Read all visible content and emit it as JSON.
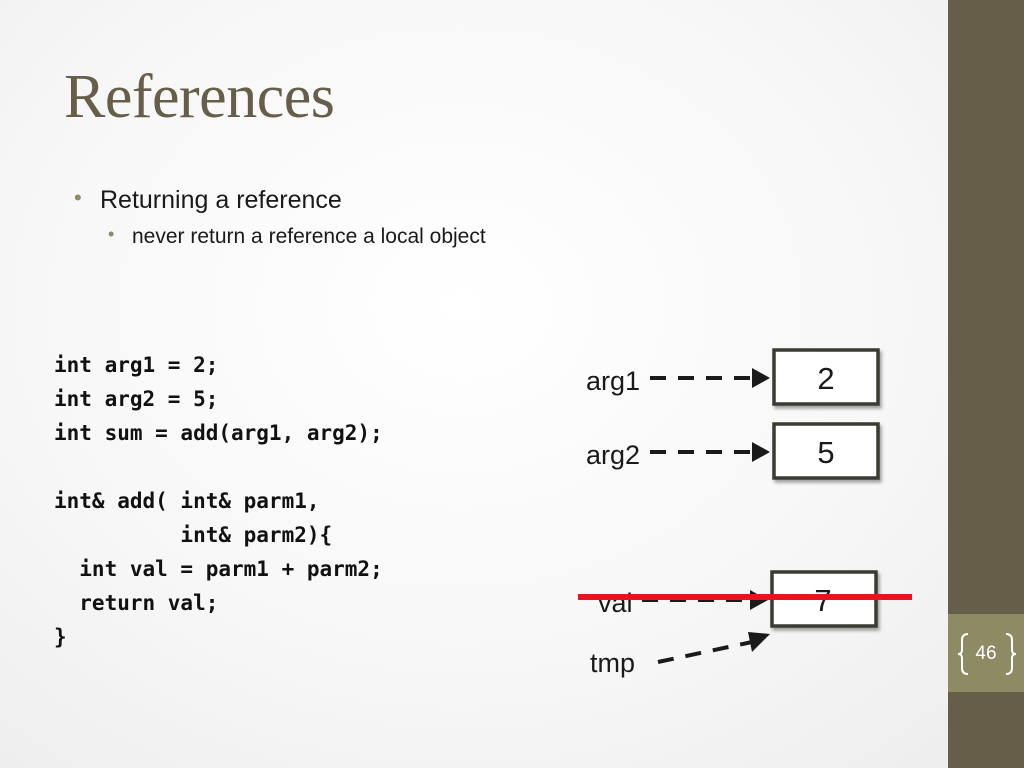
{
  "slide": {
    "title": "References",
    "page_number": "46",
    "bullets": [
      {
        "text": "Returning a reference",
        "sub": [
          "never return a reference a local object"
        ]
      }
    ]
  },
  "code": {
    "lines": [
      "int arg1 = 2;",
      "int arg2 = 5;",
      "int sum = add(arg1, arg2);",
      "",
      "int& add( int& parm1,",
      "          int& parm2){",
      "  int val = parm1 + parm2;",
      "  return val;",
      "}"
    ]
  },
  "diagram": {
    "nodes": [
      {
        "label": "arg1",
        "value": "2"
      },
      {
        "label": "arg2",
        "value": "5"
      },
      {
        "label": "val",
        "value": "7",
        "crossed_out": true
      },
      {
        "label": "tmp",
        "points_to": "7"
      }
    ]
  },
  "colors": {
    "title": "#665e48",
    "sidebar": "#665e48",
    "page_tab": "#8e8a63",
    "bullet": "#8e8a63",
    "strike": "#e8141b"
  }
}
